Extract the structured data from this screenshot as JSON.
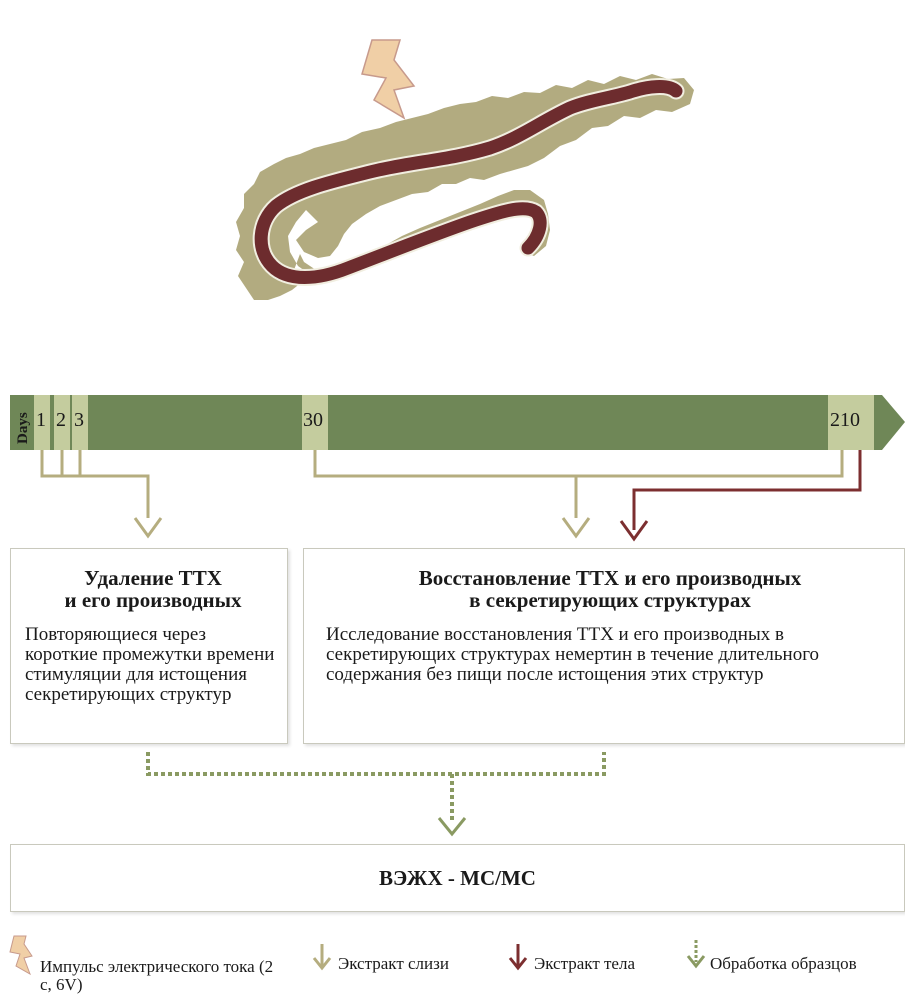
{
  "timeline": {
    "axis_label": "Days",
    "ticks": [
      "1",
      "2",
      "3",
      "30",
      "210"
    ]
  },
  "boxes": {
    "left": {
      "title_line1": "Удаление ТТХ",
      "title_line2": "и его производных",
      "body": "Повторяющиеся через короткие промежутки времени стимуляции для истощения секретирующих структур"
    },
    "right": {
      "title_line1": "Восстановление ТТХ и его производных",
      "title_line2": "в секретирующих структурах",
      "body": "Исследование восстановления ТТХ и его производных в секретирующих структурах немертин в течение длительного содержания без пищи после истощения этих структур"
    },
    "bottom": {
      "title": "ВЭЖХ - МС/МС"
    }
  },
  "legend": {
    "pulse": "Импульс электрического тока (2 с, 6V)",
    "mucus": "Экстракт слизи",
    "body": "Экстракт тела",
    "processing": "Обработка образцов"
  },
  "colors": {
    "timeline_bar": "#6f8757",
    "timeline_marker": "#c4cc9e",
    "mucus_arrow": "#b5ad7f",
    "body_arrow": "#7c2f30",
    "processing_arrow": "#8a9a62",
    "worm_body": "#6d2c2e",
    "worm_halo": "#b2ab80"
  }
}
